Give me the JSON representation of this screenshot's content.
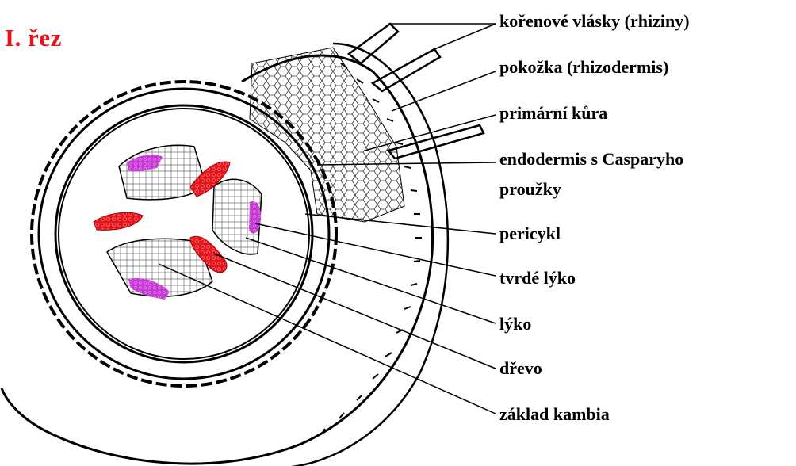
{
  "title": "I. řez",
  "labels": [
    {
      "id": "root-hairs",
      "text": "kořenové vlásky (rhiziny)"
    },
    {
      "id": "rhizodermis",
      "text": "pokožka (rhizodermis)"
    },
    {
      "id": "primary-cortex",
      "text": "primární kůra"
    },
    {
      "id": "endodermis",
      "text": "endodermis s Casparyho"
    },
    {
      "id": "endodermis-2",
      "text": "proužky"
    },
    {
      "id": "pericycle",
      "text": "pericykl"
    },
    {
      "id": "hard-phloem",
      "text": "tvrdé lýko"
    },
    {
      "id": "phloem",
      "text": "lýko"
    },
    {
      "id": "xylem",
      "text": "dřevo"
    },
    {
      "id": "cambium-base",
      "text": "základ kambia"
    }
  ],
  "colors": {
    "title": "#e8141b",
    "xylem": "#e8141b",
    "hard_phloem": "#c738d6",
    "outline": "#000000"
  }
}
